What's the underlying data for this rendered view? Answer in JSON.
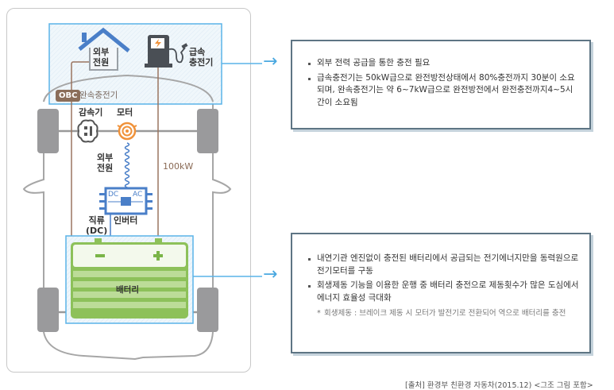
{
  "diagram": {
    "external_power_label": "외부\n전원",
    "external_power_line1": "외부",
    "external_power_line2": "전원",
    "fast_charger_line1": "급속",
    "fast_charger_line2": "충전기",
    "obc_badge": "OBC",
    "slow_charger_label": "완속충전기",
    "reducer_label": "감속기",
    "motor_label": "모터",
    "coil_label_line1": "외부",
    "coil_label_line2": "전원",
    "power_label": "100kW",
    "inverter_dc": "DC",
    "inverter_ac": "AC",
    "dc_label_line1": "직류",
    "dc_label_line2": "(DC)",
    "inverter_label": "인버터",
    "battery_minus": "−",
    "battery_plus": "+",
    "battery_label": "배터리",
    "colors": {
      "highlight_border": "#5ab4e8",
      "highlight_fill": "#eef6fb",
      "house_roof": "#4a7fc8",
      "wire_brown": "#9a7560",
      "motor_orange": "#f0923a",
      "inverter_blue": "#4a7fc8",
      "battery_green": "#8dc15a",
      "wheel_gray": "#9a9a9c"
    }
  },
  "info_boxes": [
    {
      "items": [
        "외부 전력 공급을 통한 충전 필요",
        "급속충전기는 50kW급으로 완전방전상태에서 80%충전까지 30분이 소요되며, 완속충전기는 약 6~7kW급으로 완전방전에서 완전충전까지4~5시간이 소요됨"
      ]
    },
    {
      "items": [
        "내연기관 엔진없이 충전된 배터리에서 공급되는 전기에너지만을 동력원으로 전기모터를 구동",
        "회생제동 기능을 이용한 운행 중 배터리 충전으로 제동횟수가 많은 도심에서 에너지 효율성 극대화"
      ],
      "note_marker": "*",
      "note": "회생제동 : 브레이크 제동 시 모터가 발전기로 전환되어 역으로 배터리를 충전"
    }
  ],
  "arrows": [
    "→",
    "→"
  ],
  "source": "[출처] 환경부 친환경 자동차(2015.12) <그조 그림 포함>"
}
